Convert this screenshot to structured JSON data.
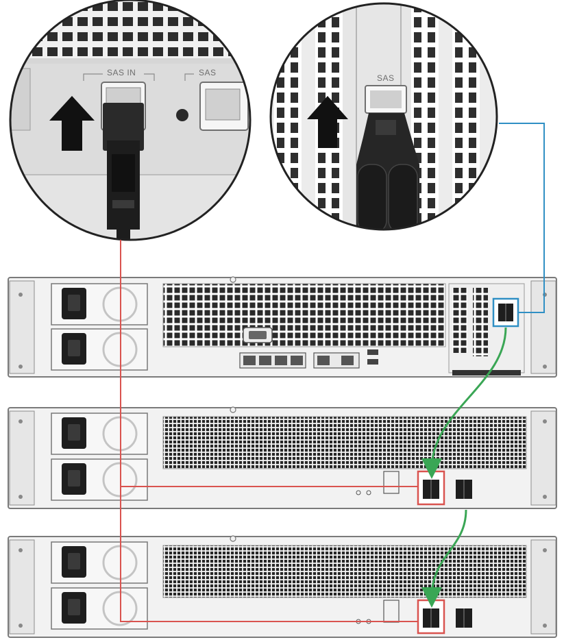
{
  "zoom_left": {
    "port_label": "SAS IN",
    "port_label_cut": "SAS"
  },
  "zoom_right": {
    "port_label": "SAS"
  },
  "colors": {
    "red_cable": "#d9534f",
    "green_cable": "#3aa655",
    "blue_callout": "#2f8fc4",
    "chassis": "#f2f2f2",
    "chassis_stroke": "#7a7a7a",
    "port_black": "#1e1e1e"
  },
  "icons": [
    "up-arrow-icon",
    "power-inlet-icon",
    "fan-icon",
    "sas-port-icon",
    "ethernet-port-icon",
    "usb-port-icon",
    "serial-port-icon",
    "rack-ear-icon"
  ]
}
